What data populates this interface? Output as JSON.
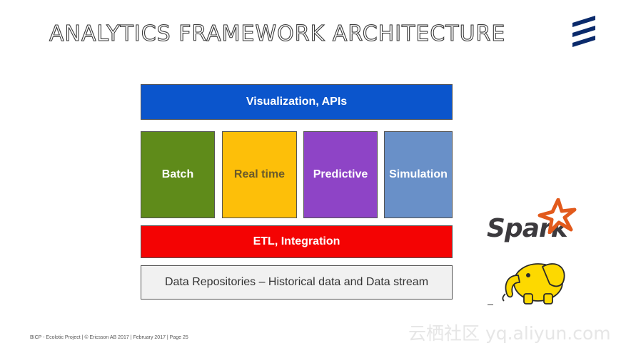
{
  "slide": {
    "title": "ANALYTICS FRAMEWORK ARCHITECTURE",
    "footer": "BICP - Ecolotic Project  |  © Ericsson AB 2017  |  February 2017  |  Page 25",
    "watermark": "云栖社区 yq.aliyun.com"
  },
  "diagram": {
    "top_layer": "Visualization, APIs",
    "engines": [
      "Batch",
      "Real time",
      "Predictive",
      "Simulation"
    ],
    "etl_layer": "ETL, Integration",
    "data_layer": "Data Repositories – Historical data and Data stream"
  },
  "logos": {
    "spark_text": "Spark",
    "brand_icon": "ericsson-logo",
    "hadoop_icon": "hadoop-elephant-icon"
  },
  "colors": {
    "visualization": "#0b55cc",
    "batch": "#5f8b1a",
    "realtime": "#fdbf09",
    "predictive": "#8e44c6",
    "simulation": "#6990c8",
    "etl": "#f40303",
    "repositories": "#f1f1f1",
    "spark_star": "#e25a1c",
    "hadoop_yellow": "#fdd900"
  }
}
